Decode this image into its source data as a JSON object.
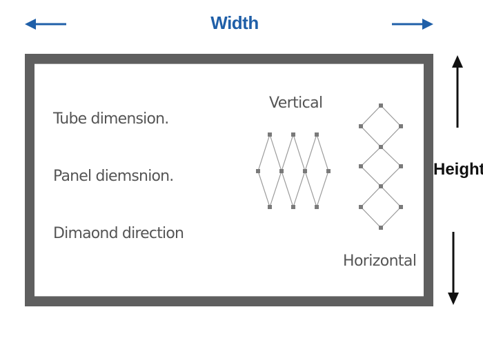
{
  "dimensions": {
    "width_label": "Width",
    "height_label": "Height"
  },
  "panel": {
    "items": [
      "Tube dimension.",
      "Panel diemsnion.",
      "Dimaond direction"
    ],
    "vertical_label": "Vertical",
    "horizontal_label": "Horizontal"
  },
  "colors": {
    "arrow_blue": "#1f5fa8",
    "frame_gray": "#5f5f5f",
    "text_gray": "#555555",
    "node_gray": "#7a7a7a",
    "mesh_line": "#9a9a9a"
  },
  "icons": [
    "arrow-left-icon",
    "arrow-right-icon",
    "arrow-up-icon",
    "arrow-down-icon"
  ]
}
